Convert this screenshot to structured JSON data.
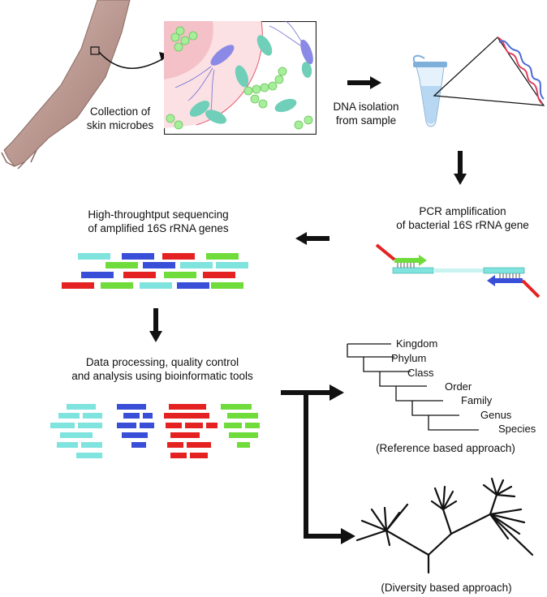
{
  "steps": {
    "collection": {
      "line1": "Collection of",
      "line2": "skin microbes"
    },
    "dna": {
      "line1": "DNA isolation",
      "line2": "from sample"
    },
    "pcr": {
      "line1": "PCR amplification",
      "line2": "of bacterial 16S rRNA gene"
    },
    "sequencing": {
      "line1": "High-throughtput sequencing",
      "line2": "of amplified 16S rRNA genes"
    },
    "processing": {
      "line1": "Data processing, quality control",
      "line2": "and analysis using bioinformatic tools"
    }
  },
  "taxonomy": {
    "ranks": [
      "Kingdom",
      "Phylum",
      "Class",
      "Order",
      "Family",
      "Genus",
      "Species"
    ],
    "caption": "(Reference based approach)"
  },
  "diversity": {
    "caption": "(Diversity based approach)"
  },
  "colors": {
    "cyan": "#7fe3de",
    "green": "#6fdc3c",
    "blue": "#3a4fd8",
    "red": "#e52222",
    "skin": "#b8928a",
    "microbe_green": "#a6ee9a",
    "microbe_teal": "#6fcfb8",
    "microbe_purple": "#8a8ae6"
  }
}
